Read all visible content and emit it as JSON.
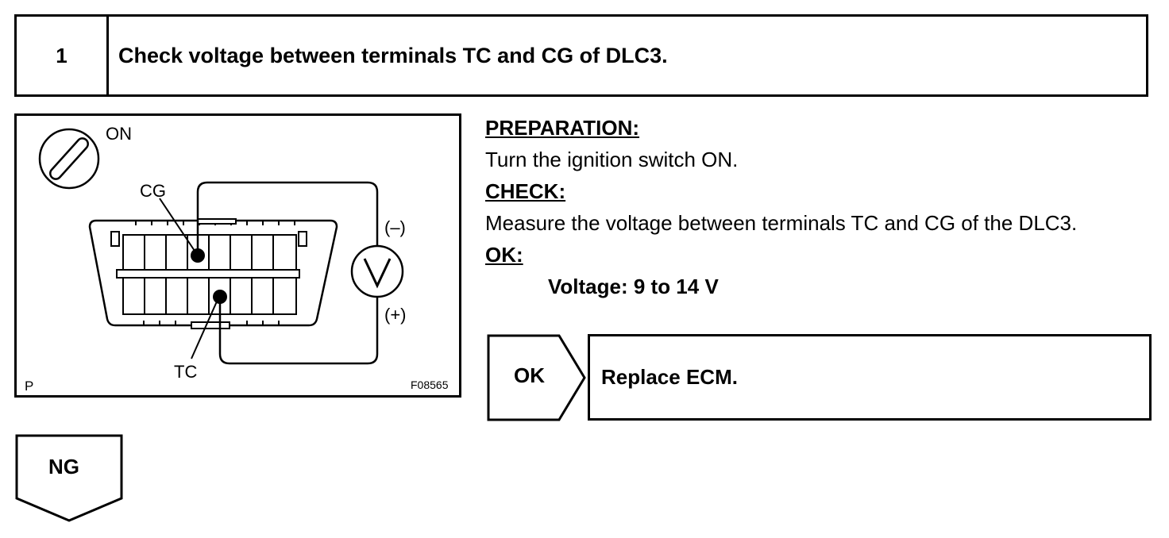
{
  "step": {
    "number": "1",
    "title": "Check voltage between terminals TC and CG of DLC3."
  },
  "diagram": {
    "ignition_label": "ON",
    "cg_label": "CG",
    "tc_label": "TC",
    "minus_label": "(–)",
    "plus_label": "(+)",
    "corner_label": "P",
    "figure_code": "F08565"
  },
  "instructions": {
    "preparation_heading": "PREPARATION:",
    "preparation_text": "Turn the ignition switch ON.",
    "check_heading": "CHECK:",
    "check_text": "Measure the voltage between terminals TC and CG of the DLC3.",
    "ok_heading": "OK:",
    "ok_spec": "Voltage: 9 to 14 V"
  },
  "flow": {
    "ok_label": "OK",
    "ok_action": "Replace ECM.",
    "ng_label": "NG"
  }
}
